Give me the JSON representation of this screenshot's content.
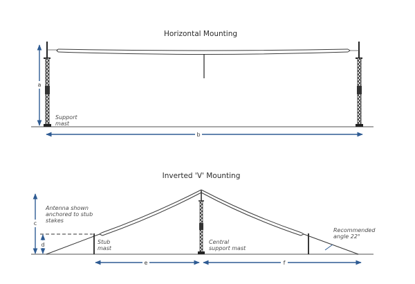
{
  "diagrams": [
    {
      "title": "Horizontal Mounting",
      "labels": {
        "support_mast": [
          "Support",
          "mast"
        ]
      },
      "dimensions": {
        "height": "a",
        "span": "b"
      }
    },
    {
      "title": "Inverted 'V' Mounting",
      "labels": {
        "antenna_note": [
          "Antenna shown",
          "anchored to stub",
          "stakes"
        ],
        "stub_mast": [
          "Stub",
          "mast"
        ],
        "central_mast": [
          "Central",
          "support mast"
        ],
        "angle_note": [
          "Recommended",
          "angle 22°"
        ]
      },
      "dimensions": {
        "apex_height": "c",
        "stub_height": "d",
        "left_span": "e",
        "right_span": "f"
      }
    }
  ],
  "colors": {
    "dimension_arrows": "#2e5b93",
    "ground": "#8c8c8c",
    "wire": "#3a3a3a"
  }
}
